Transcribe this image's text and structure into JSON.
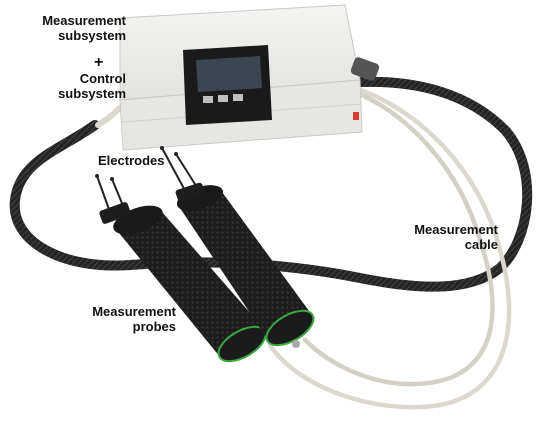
{
  "labels": {
    "measurement_subsystem": [
      "Measurement",
      "subsystem"
    ],
    "plus": "+",
    "control_subsystem": [
      "Control",
      "subsystem"
    ],
    "electrodes": "Electrodes",
    "measurement_cable": [
      "Measurement",
      "cable"
    ],
    "measurement_probes": [
      "Measurement",
      "probes"
    ]
  },
  "colors": {
    "enclosure": "#ececea",
    "display_bezel": "#1a1a1a",
    "display_screen": "#3b4650",
    "probe_handle": "#202020",
    "probe_ring": "#3aa842",
    "white_cable": "#dcd8cf",
    "braided_cable": "#2a2a2a"
  }
}
